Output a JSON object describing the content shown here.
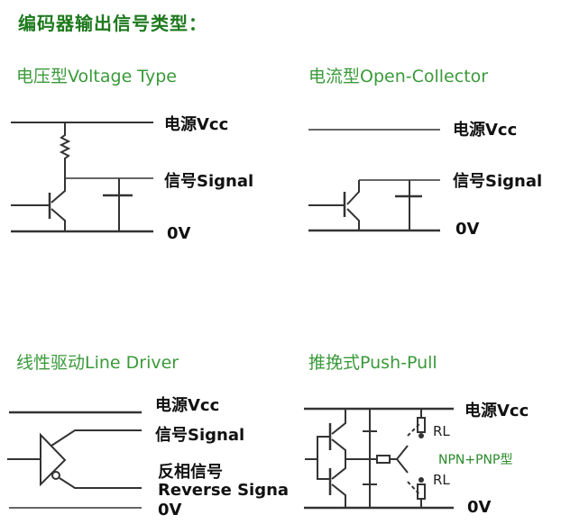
{
  "title": "编码器输出信号类型：",
  "panels": [
    {
      "heading": "电压型Voltage Type",
      "vcc": "电源Vcc",
      "signal": "信号Signal",
      "zero": "0V"
    },
    {
      "heading": "电流型Open-Collector",
      "vcc": "电源Vcc",
      "signal": "信号Signal",
      "zero": "0V"
    },
    {
      "heading": "线性驱动Line Driver",
      "vcc": "电源Vcc",
      "signal": "信号Signal",
      "reverse_cn": "反相信号",
      "reverse_en": "Reverse Signa",
      "zero": "0V"
    },
    {
      "heading": "推挽式Push-Pull",
      "vcc": "电源Vcc",
      "rl_top": "RL",
      "rl_bottom": "RL",
      "type": "NPN+PNP型",
      "zero": "0V"
    }
  ]
}
